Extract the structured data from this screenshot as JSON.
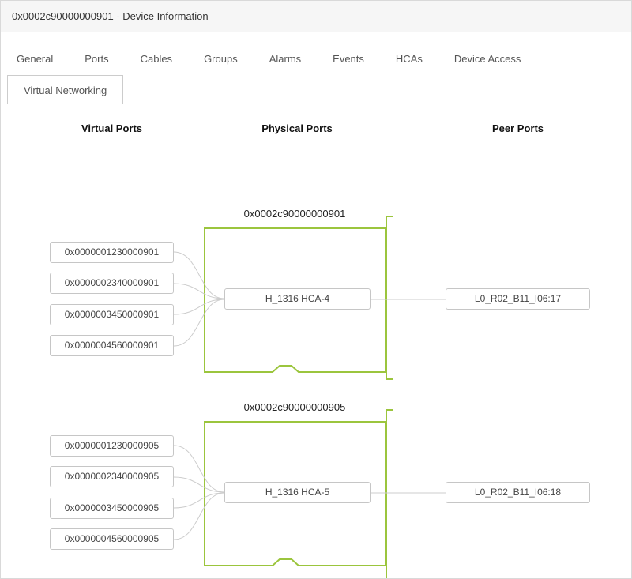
{
  "window": {
    "title": "0x0002c90000000901 - Device Information"
  },
  "tabs": {
    "items": [
      "General",
      "Ports",
      "Cables",
      "Groups",
      "Alarms",
      "Events",
      "HCAs",
      "Device Access"
    ],
    "active_label": "Virtual Networking"
  },
  "columns": {
    "virtual": "Virtual Ports",
    "physical": "Physical Ports",
    "peer": "Peer Ports"
  },
  "devices": [
    {
      "guid": "0x0002c90000000901",
      "hca_label": "H_1316 HCA-4",
      "peer_label": "L0_R02_B11_I06:17",
      "virtual_ports": [
        "0x0000001230000901",
        "0x0000002340000901",
        "0x0000003450000901",
        "0x0000004560000901"
      ]
    },
    {
      "guid": "0x0002c90000000905",
      "hca_label": "H_1316 HCA-5",
      "peer_label": "L0_R02_B11_I06:18",
      "virtual_ports": [
        "0x0000001230000905",
        "0x0000002340000905",
        "0x0000003450000905",
        "0x0000004560000905"
      ]
    }
  ],
  "colors": {
    "accent_green": "#9bc53d",
    "line_gray": "#cccccc"
  }
}
